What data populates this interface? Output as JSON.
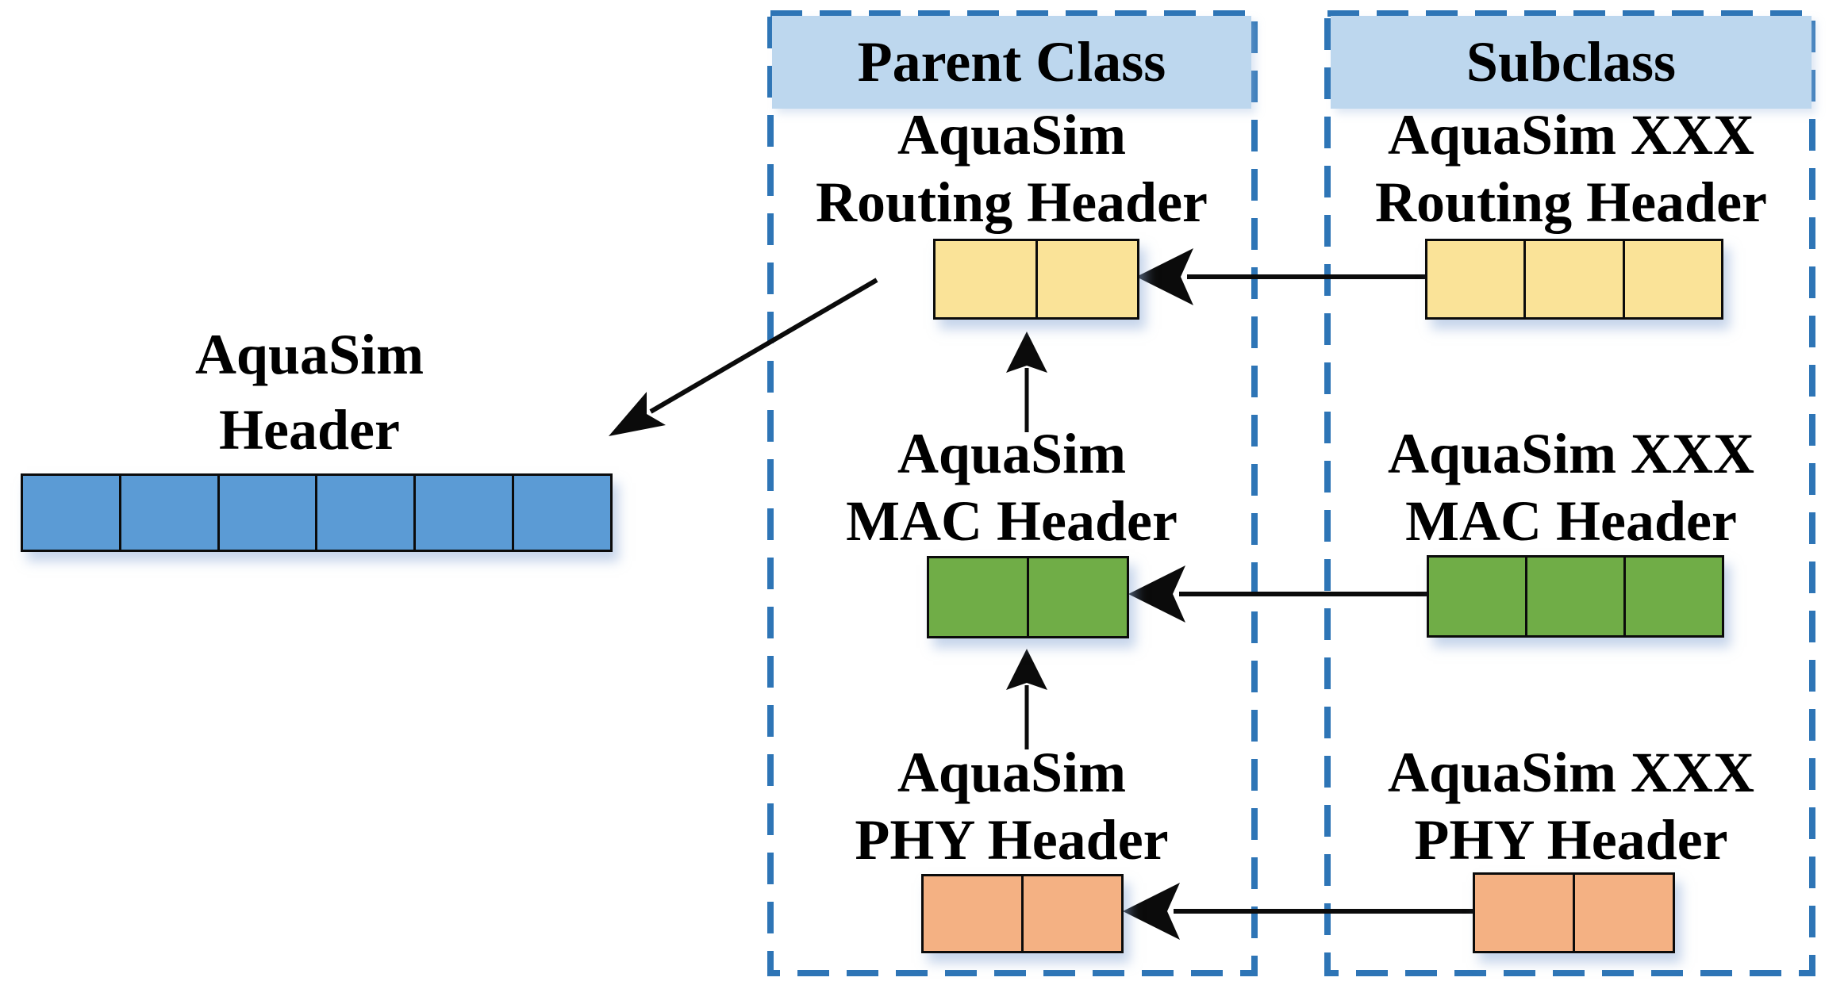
{
  "diagram": {
    "left_section": {
      "title_line1": "AquaSim",
      "title_line2": "Header",
      "bar_segments": 6,
      "bar_color": "#5B9BD5"
    },
    "parent_column": {
      "header": "Parent Class",
      "rows": [
        {
          "title_line1": "AquaSim",
          "title_line2": "Routing Header",
          "bar_segments": 2,
          "bar_color": "#FAE398"
        },
        {
          "title_line1": "AquaSim",
          "title_line2": "MAC Header",
          "bar_segments": 2,
          "bar_color": "#70AD47"
        },
        {
          "title_line1": "AquaSim",
          "title_line2": "PHY Header",
          "bar_segments": 2,
          "bar_color": "#F4B183"
        }
      ]
    },
    "subclass_column": {
      "header": "Subclass",
      "rows": [
        {
          "title_line1": "AquaSim XXX",
          "title_line2": "Routing Header",
          "bar_segments": 3,
          "bar_color": "#FAE398"
        },
        {
          "title_line1": "AquaSim XXX",
          "title_line2": "MAC Header",
          "bar_segments": 3,
          "bar_color": "#70AD47"
        },
        {
          "title_line1": "AquaSim XXX",
          "title_line2": "PHY Header",
          "bar_segments": 2,
          "bar_color": "#F4B183"
        }
      ]
    },
    "colors": {
      "bar_blue": "#5B9BD5",
      "bar_yellow": "#FAE398",
      "bar_green": "#70AD47",
      "bar_orange": "#F4B183",
      "column_header_fill": "#BDD7EE",
      "dashed_border": "#2E75B6",
      "arrow": "#0B0B0B",
      "text": "#000000"
    }
  }
}
